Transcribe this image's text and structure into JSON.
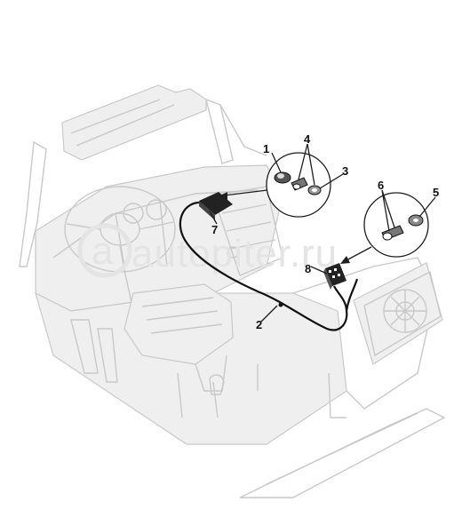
{
  "watermark": {
    "text": "autopiter.ru",
    "badge": "a"
  },
  "callouts": [
    {
      "id": "1",
      "label": "1"
    },
    {
      "id": "2",
      "label": "2"
    },
    {
      "id": "3",
      "label": "3"
    },
    {
      "id": "4",
      "label": "4"
    },
    {
      "id": "5",
      "label": "5"
    },
    {
      "id": "6",
      "label": "6"
    },
    {
      "id": "7",
      "label": "7"
    },
    {
      "id": "8",
      "label": "8"
    }
  ],
  "colors": {
    "line": "#1e1e1e",
    "ghost": "#c9c9c9",
    "watermark": "#e4e4e4"
  }
}
